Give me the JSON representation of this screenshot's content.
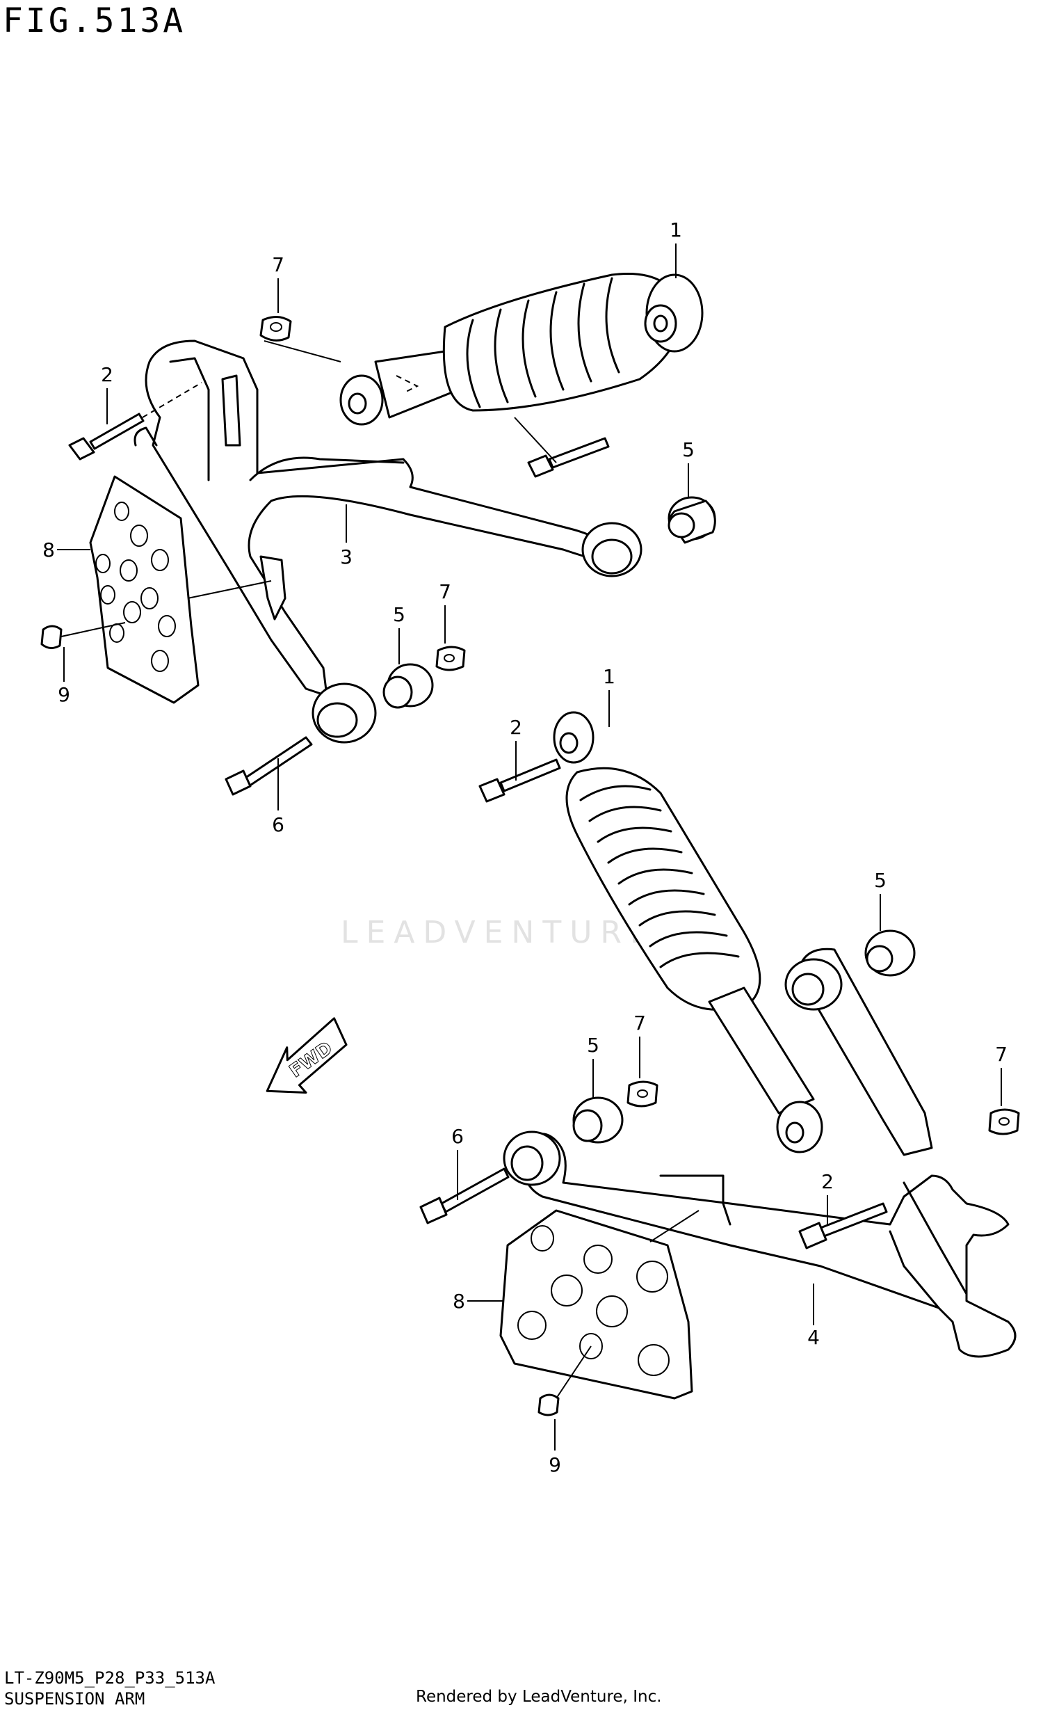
{
  "header": {
    "figure_title": "FIG.513A"
  },
  "footer": {
    "diagram_code": "LT-Z90M5_P28_P33_513A",
    "section_name": "SUSPENSION ARM",
    "credit": "Rendered by LeadVenture, Inc."
  },
  "watermark": {
    "text": "LEADVENTURE"
  },
  "fwd_arrow": {
    "label": "FWD"
  },
  "callouts": {
    "c1a": "1",
    "c7a": "7",
    "c2a": "2",
    "c5a": "5",
    "c3": "3",
    "c8a": "8",
    "c9a": "9",
    "c5b": "5",
    "c7b": "7",
    "c6a": "6",
    "c1b": "1",
    "c2b": "2",
    "c5c": "5",
    "c5d": "5",
    "c7c": "7",
    "c7d": "7",
    "c6b": "6",
    "c2c": "2",
    "c8b": "8",
    "c4": "4",
    "c9b": "9"
  }
}
